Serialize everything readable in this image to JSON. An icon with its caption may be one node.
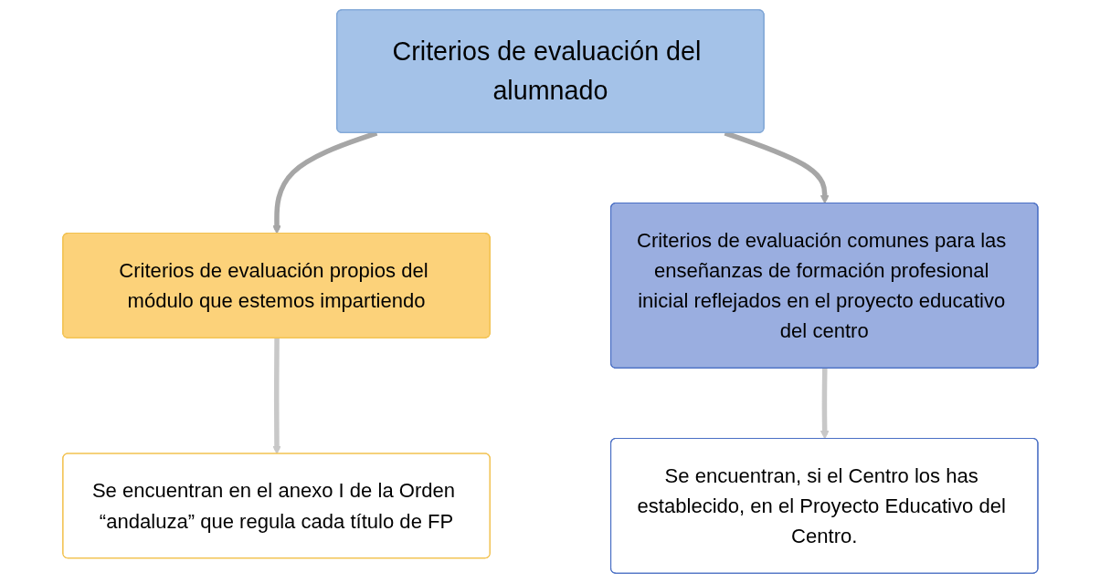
{
  "diagram": {
    "nodes": [
      {
        "text": [
          "Criterios de evaluación del alumnado"
        ]
      },
      {
        "text": [
          "Criterios de evaluación propios del módulo que estemos impartiendo"
        ]
      },
      {
        "text": [
          "Criterios de evaluación comunes para las enseñanzas de formación profesional inicial reflejados en el proyecto educativo del centro"
        ]
      },
      {
        "text": [
          "Se encuentran en el anexo I de la Orden “andaluza” que regula cada título de FP"
        ]
      },
      {
        "text": [
          "Se encuentran, si el Centro los has establecido, en el Proyecto Educativo del Centro."
        ]
      }
    ],
    "edges": [
      {
        "from": 0,
        "to": 1,
        "arrow": "to",
        "color": "#a6a6a6"
      },
      {
        "from": 0,
        "to": 2,
        "arrow": "to",
        "color": "#a6a6a6"
      },
      {
        "from": 1,
        "to": 3,
        "arrow": "to",
        "color": "#c8c8c8"
      },
      {
        "from": 2,
        "to": 4,
        "arrow": "to",
        "color": "#c8c8c8"
      }
    ]
  }
}
